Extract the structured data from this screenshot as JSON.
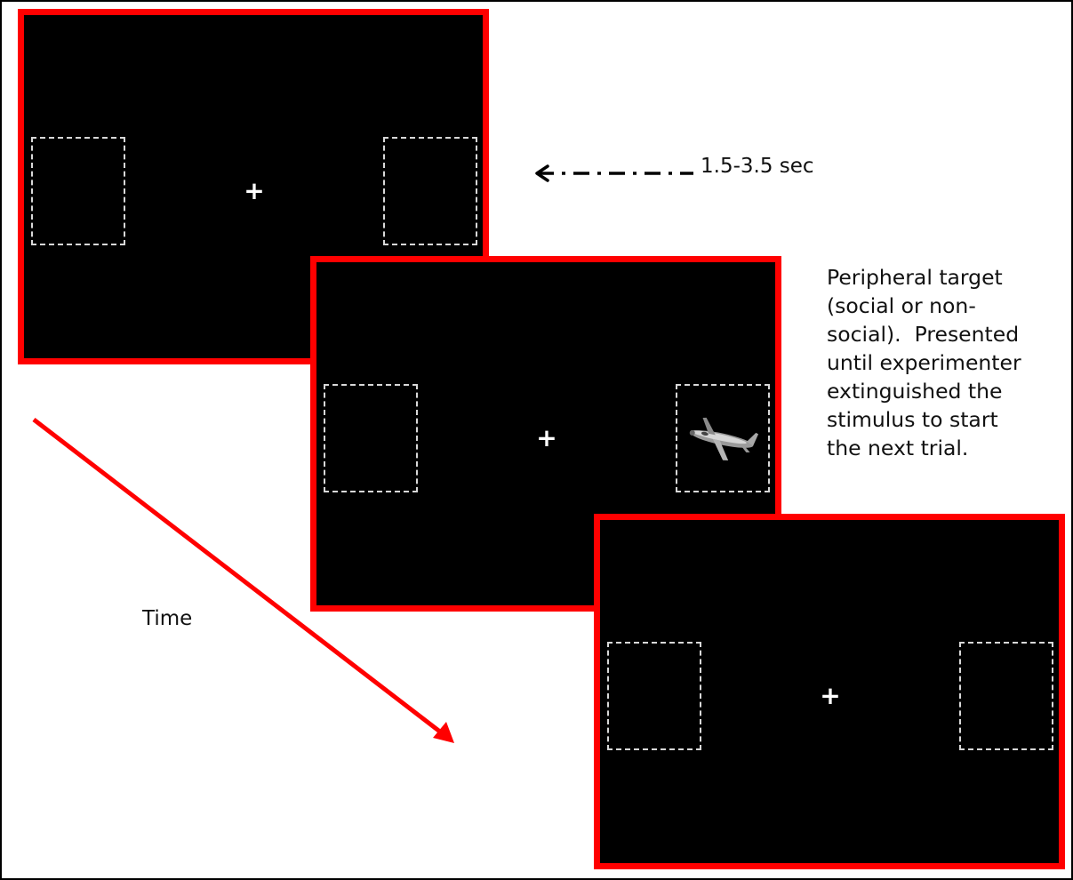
{
  "timing": {
    "label": "1.5-3.5 sec"
  },
  "description": {
    "lines": [
      "Peripheral target",
      "(social or non-",
      "social).  Presented",
      "until experimenter",
      "extinguished the",
      "stimulus to start",
      "the next trial."
    ]
  },
  "time_label": "Time",
  "screens": [
    {
      "name": "fixation",
      "fixation_symbol": "+",
      "target": ""
    },
    {
      "name": "target",
      "fixation_symbol": "+",
      "target": "airplane"
    },
    {
      "name": "next-trial",
      "fixation_symbol": "+",
      "target": ""
    }
  ],
  "colors": {
    "frame_border": "#ff0000",
    "screen_bg": "#000000",
    "arrow": "#ff0000",
    "box_dash": "#d8d8d8"
  }
}
